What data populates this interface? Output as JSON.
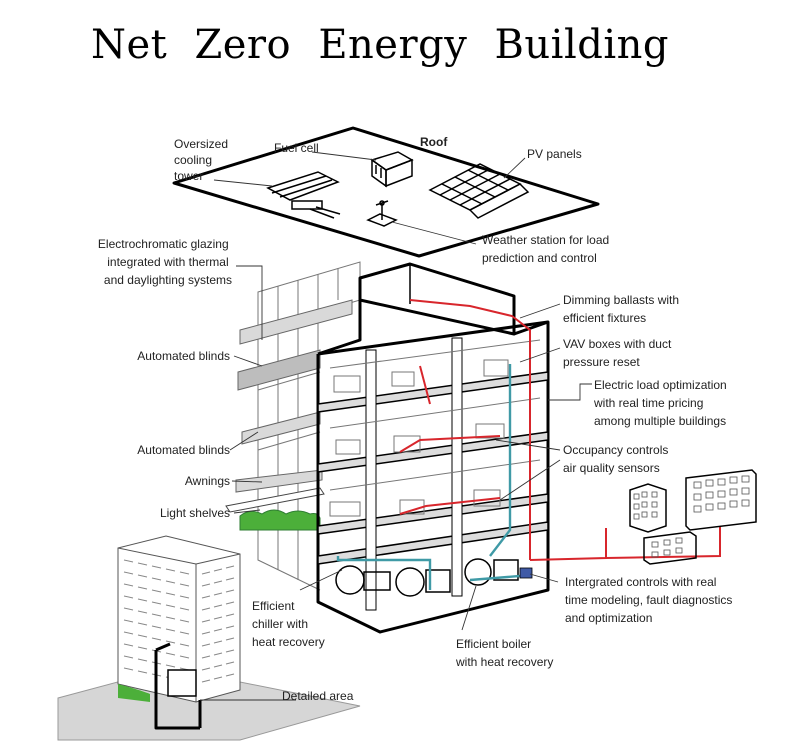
{
  "title": "Net  Zero  Energy  Building",
  "labels": {
    "oversized_cooling_tower": [
      "Oversized",
      "cooling",
      "tower"
    ],
    "fuel_cell": [
      "Fuel cell"
    ],
    "roof": [
      "Roof"
    ],
    "pv_panels": [
      "PV panels"
    ],
    "weather_station": [
      "Weather station for load",
      "prediction and control"
    ],
    "electrochromatic": [
      "Electrochromatic glazing",
      "integrated with thermal",
      "and daylighting systems"
    ],
    "automated_blinds_1": [
      "Automated blinds"
    ],
    "automated_blinds_2": [
      "Automated blinds"
    ],
    "awnings": [
      "Awnings"
    ],
    "light_shelves": [
      "Light shelves"
    ],
    "dimming_ballasts": [
      "Dimming ballasts with",
      "efficient fixtures"
    ],
    "vav_boxes": [
      "VAV boxes with duct",
      "pressure reset"
    ],
    "electric_load": [
      "Electric load optimization",
      "with real time pricing",
      "among multiple buildings"
    ],
    "occupancy_controls": [
      "Occupancy controls",
      "air quality sensors"
    ],
    "integrated_controls": [
      "Intergrated controls with real",
      "time modeling, fault diagnostics",
      "and optimization"
    ],
    "efficient_chiller": [
      "Efficient",
      "chiller with",
      "heat recovery"
    ],
    "efficient_boiler": [
      "Efficient boiler",
      "with heat recovery"
    ],
    "detailed_area": [
      "Detailed area"
    ]
  },
  "colors": {
    "electrical_line": "#d8262c",
    "duct_line": "#3f9aa6",
    "vegetation": "#4caf3a",
    "shade": "#bdbdbd"
  }
}
